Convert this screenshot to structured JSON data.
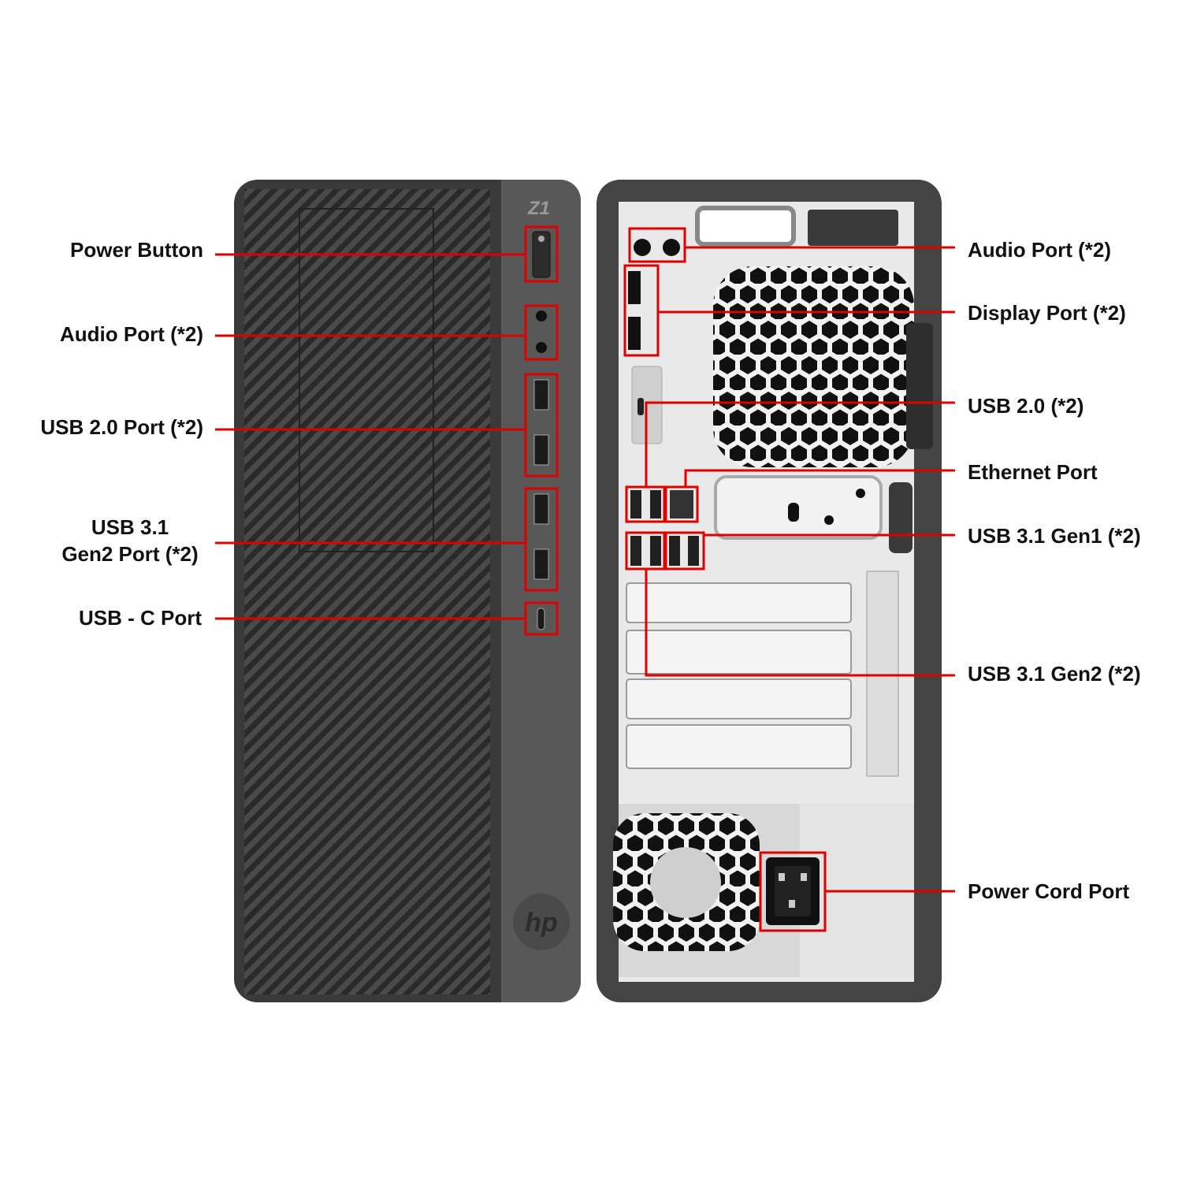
{
  "title": "HP Z1 Tower front and rear port diagram",
  "colors": {
    "callout": "#e00000",
    "chassis": "#3c3c3c",
    "panel": "#565656",
    "rear_plate": "#e9e9e9"
  },
  "front_labels": {
    "power_button": "Power Button",
    "audio_port": "Audio Port (*2)",
    "usb20_port": "USB 2.0 Port (*2)",
    "usb31_gen2_line1": "USB 3.1",
    "usb31_gen2_line2": "Gen2 Port (*2)",
    "usbc_port": "USB - C Port"
  },
  "rear_labels": {
    "audio_port": "Audio Port (*2)",
    "display_port": "Display Port (*2)",
    "usb20": "USB 2.0 (*2)",
    "ethernet": "Ethernet Port",
    "usb31_gen1": "USB 3.1 Gen1 (*2)",
    "usb31_gen2": "USB 3.1 Gen2 (*2)",
    "power_cord": "Power Cord Port"
  },
  "logos": {
    "model": "Z1",
    "brand": "hp"
  }
}
